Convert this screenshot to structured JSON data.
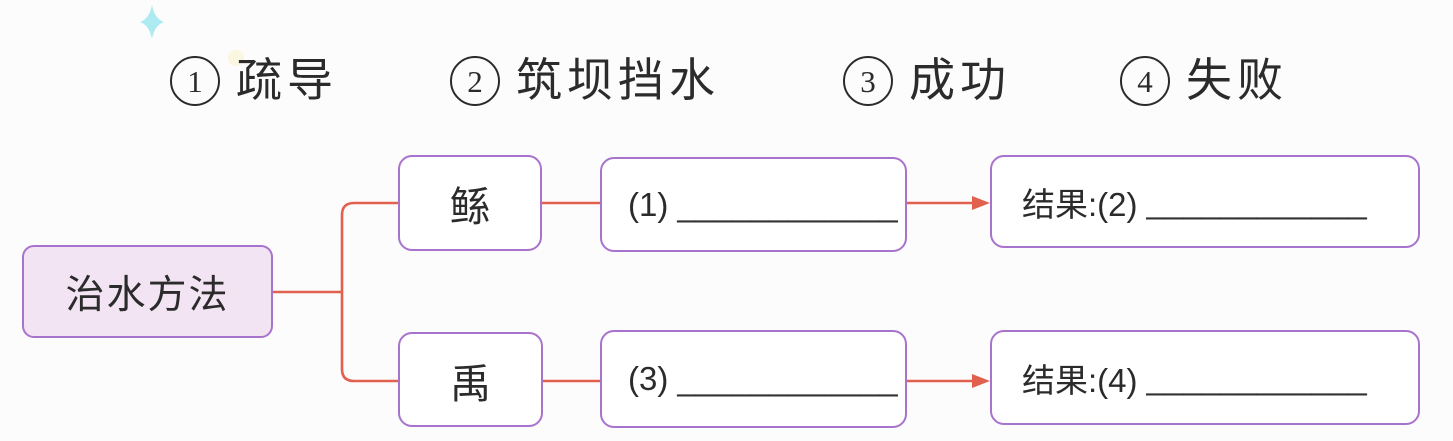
{
  "colors": {
    "box_border": "#a873cc",
    "root_fill": "#f3e4f3",
    "connector": "#e2604e",
    "text": "#2b2b2b",
    "sparkle": "#a9e9f0",
    "background": "#fdfcfc"
  },
  "legend": {
    "items": [
      {
        "num": "1",
        "label": "疏导"
      },
      {
        "num": "2",
        "label": "筑坝挡水"
      },
      {
        "num": "3",
        "label": "成功"
      },
      {
        "num": "4",
        "label": "失败"
      }
    ]
  },
  "diagram": {
    "root": {
      "label": "治水方法"
    },
    "branches": [
      {
        "person": "鲧",
        "step_label": "(1)",
        "step_blank": "____________",
        "result_label": "结果:(2)",
        "result_blank": "____________"
      },
      {
        "person": "禹",
        "step_label": "(3)",
        "step_blank": "____________",
        "result_label": "结果:(4)",
        "result_blank": "____________"
      }
    ]
  }
}
